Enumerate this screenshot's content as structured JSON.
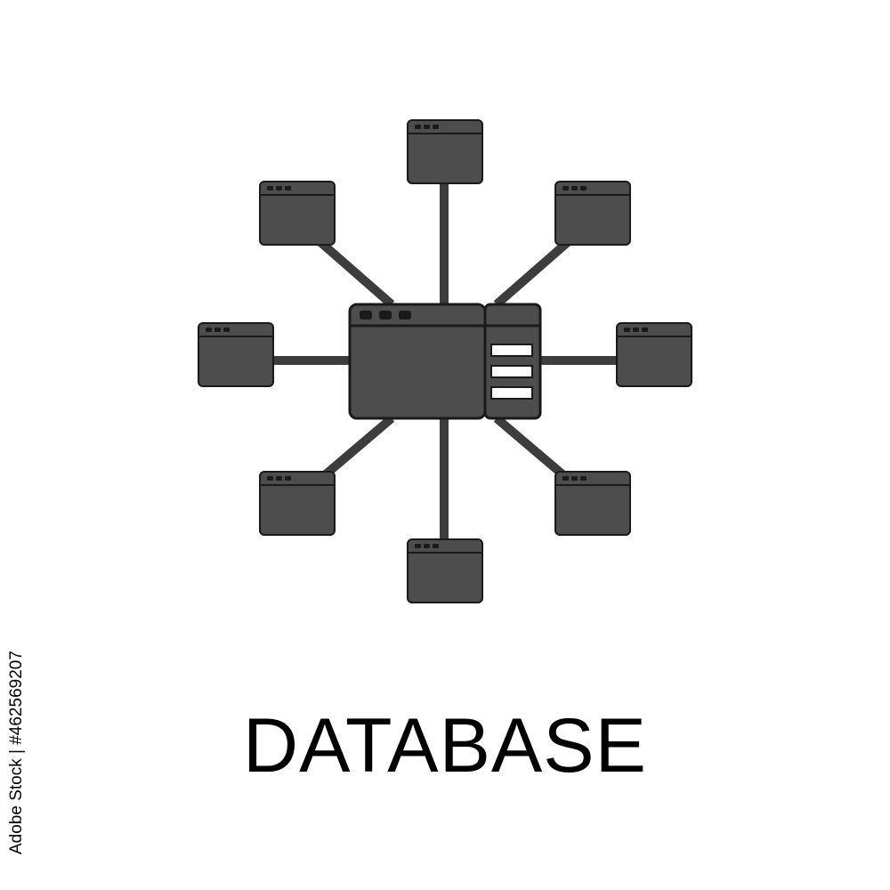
{
  "caption": "DATABASE",
  "side_id": "Adobe Stock | #462569207",
  "icon": {
    "name": "database-network-icon",
    "fill_color": "#4d4d4d",
    "stroke_color": "#1a1a1a",
    "connector_color": "#3d3d3d",
    "highlight_color": "#ffffff",
    "central_node": "server-window-icon",
    "satellite_count": 8
  }
}
